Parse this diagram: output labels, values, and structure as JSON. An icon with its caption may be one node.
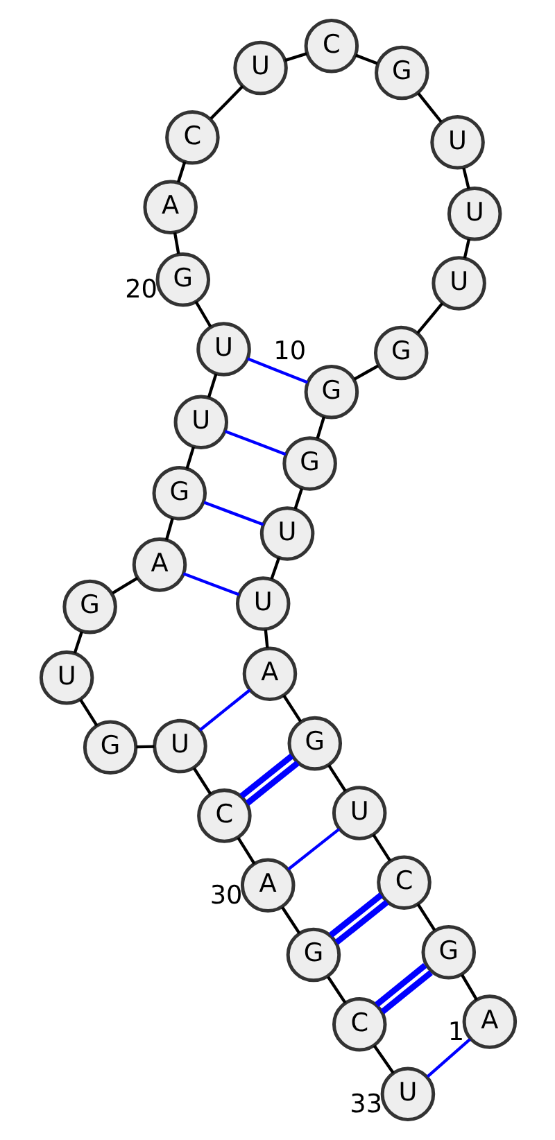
{
  "diagram": {
    "nodes": [
      {
        "text": [
          "A"
        ],
        "beside": [
          "1"
        ]
      },
      {
        "text": [
          "G"
        ]
      },
      {
        "text": [
          "C"
        ]
      },
      {
        "text": [
          "U"
        ]
      },
      {
        "text": [
          "G"
        ]
      },
      {
        "text": [
          "A"
        ]
      },
      {
        "text": [
          "U"
        ]
      },
      {
        "text": [
          "U"
        ]
      },
      {
        "text": [
          "G"
        ]
      },
      {
        "text": [
          "G"
        ],
        "beside": [
          "10"
        ]
      },
      {
        "text": [
          "G"
        ]
      },
      {
        "text": [
          "U"
        ]
      },
      {
        "text": [
          "U"
        ]
      },
      {
        "text": [
          "U"
        ]
      },
      {
        "text": [
          "G"
        ]
      },
      {
        "text": [
          "C"
        ]
      },
      {
        "text": [
          "U"
        ]
      },
      {
        "text": [
          "C"
        ]
      },
      {
        "text": [
          "A"
        ]
      },
      {
        "text": [
          "G"
        ],
        "beside": [
          "20"
        ]
      },
      {
        "text": [
          "U"
        ]
      },
      {
        "text": [
          "U"
        ]
      },
      {
        "text": [
          "G"
        ]
      },
      {
        "text": [
          "A"
        ]
      },
      {
        "text": [
          "G"
        ]
      },
      {
        "text": [
          "U"
        ]
      },
      {
        "text": [
          "G"
        ]
      },
      {
        "text": [
          "U"
        ]
      },
      {
        "text": [
          "C"
        ]
      },
      {
        "text": [
          "A"
        ],
        "beside": [
          "30"
        ]
      },
      {
        "text": [
          "G"
        ]
      },
      {
        "text": [
          "C"
        ]
      },
      {
        "text": [
          "U"
        ],
        "beside": [
          "33"
        ]
      }
    ],
    "edges": [
      {
        "from": 0,
        "to": 1,
        "arrow": "none"
      },
      {
        "from": 1,
        "to": 2,
        "arrow": "none"
      },
      {
        "from": 2,
        "to": 3,
        "arrow": "none"
      },
      {
        "from": 3,
        "to": 4,
        "arrow": "none"
      },
      {
        "from": 4,
        "to": 5,
        "arrow": "none"
      },
      {
        "from": 5,
        "to": 6,
        "arrow": "none"
      },
      {
        "from": 6,
        "to": 7,
        "arrow": "none"
      },
      {
        "from": 7,
        "to": 8,
        "arrow": "none"
      },
      {
        "from": 8,
        "to": 9,
        "arrow": "none"
      },
      {
        "from": 9,
        "to": 10,
        "arrow": "none"
      },
      {
        "from": 10,
        "to": 11,
        "arrow": "none"
      },
      {
        "from": 11,
        "to": 12,
        "arrow": "none"
      },
      {
        "from": 12,
        "to": 13,
        "arrow": "none"
      },
      {
        "from": 13,
        "to": 14,
        "arrow": "none"
      },
      {
        "from": 14,
        "to": 15,
        "arrow": "none"
      },
      {
        "from": 15,
        "to": 16,
        "arrow": "none"
      },
      {
        "from": 16,
        "to": 17,
        "arrow": "none"
      },
      {
        "from": 17,
        "to": 18,
        "arrow": "none"
      },
      {
        "from": 18,
        "to": 19,
        "arrow": "none"
      },
      {
        "from": 19,
        "to": 20,
        "arrow": "none"
      },
      {
        "from": 20,
        "to": 21,
        "arrow": "none"
      },
      {
        "from": 21,
        "to": 22,
        "arrow": "none"
      },
      {
        "from": 22,
        "to": 23,
        "arrow": "none"
      },
      {
        "from": 23,
        "to": 24,
        "arrow": "none"
      },
      {
        "from": 24,
        "to": 25,
        "arrow": "none"
      },
      {
        "from": 25,
        "to": 26,
        "arrow": "none"
      },
      {
        "from": 26,
        "to": 27,
        "arrow": "none"
      },
      {
        "from": 27,
        "to": 28,
        "arrow": "none"
      },
      {
        "from": 28,
        "to": 29,
        "arrow": "none"
      },
      {
        "from": 29,
        "to": 30,
        "arrow": "none"
      },
      {
        "from": 30,
        "to": 31,
        "arrow": "none"
      },
      {
        "from": 31,
        "to": 32,
        "arrow": "none"
      },
      {
        "from": 0,
        "to": 32,
        "arrow": "none",
        "color": "#0000ff"
      },
      {
        "from": 1,
        "to": 31,
        "arrow": "none",
        "style": "thick",
        "color": "#0000ff"
      },
      {
        "from": 2,
        "to": 30,
        "arrow": "none",
        "style": "thick",
        "color": "#0000ff"
      },
      {
        "from": 3,
        "to": 29,
        "arrow": "none",
        "color": "#0000ff"
      },
      {
        "from": 4,
        "to": 28,
        "arrow": "none",
        "style": "thick",
        "color": "#0000ff"
      },
      {
        "from": 5,
        "to": 27,
        "arrow": "none",
        "color": "#0000ff"
      },
      {
        "from": 6,
        "to": 23,
        "arrow": "none",
        "color": "#0000ff"
      },
      {
        "from": 7,
        "to": 22,
        "arrow": "none",
        "color": "#0000ff"
      },
      {
        "from": 8,
        "to": 21,
        "arrow": "none",
        "color": "#0000ff"
      },
      {
        "from": 9,
        "to": 20,
        "arrow": "none",
        "color": "#0000ff"
      }
    ]
  }
}
